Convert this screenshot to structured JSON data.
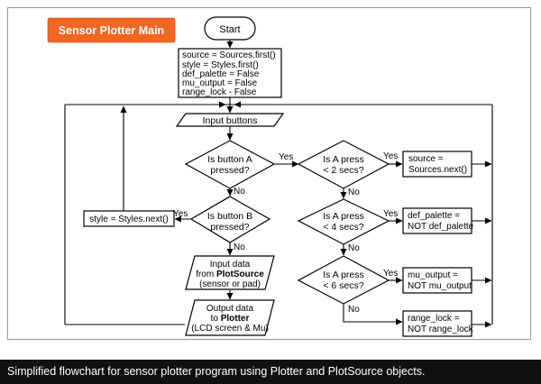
{
  "title_badge": {
    "label": "Sensor Plotter Main",
    "color": "#f26522"
  },
  "nodes": {
    "start": {
      "lines": [
        "Start"
      ]
    },
    "init": {
      "lines": [
        "source = Sources.first()",
        "style = Styles.first()",
        "def_palette = False",
        "mu_output = False",
        "range_lock - False"
      ]
    },
    "input_buttons": {
      "lines": [
        "Input buttons"
      ]
    },
    "dec_a": {
      "lines": [
        "Is button A",
        "pressed?"
      ]
    },
    "dec_b": {
      "lines": [
        "Is button B",
        "pressed?"
      ]
    },
    "style_next": {
      "lines": [
        "style = Styles.next()"
      ]
    },
    "input_data": {
      "lines": [
        "Input data",
        "from PlotSource",
        "(sensor or pad)"
      ]
    },
    "output_data": {
      "lines": [
        "Output data",
        "to Plotter",
        "(LCD screen & Mu)"
      ]
    },
    "dec_2": {
      "lines": [
        "Is A press",
        "< 2 secs?"
      ]
    },
    "dec_4": {
      "lines": [
        "Is A press",
        "< 4 secs?"
      ]
    },
    "dec_6": {
      "lines": [
        "Is A press",
        "< 6 secs?"
      ]
    },
    "act_source": {
      "lines": [
        "source =",
        "Sources.next()"
      ]
    },
    "act_palette": {
      "lines": [
        "def_palette =",
        "NOT def_palette"
      ]
    },
    "act_mu": {
      "lines": [
        "mu_output =",
        "NOT mu_output"
      ]
    },
    "act_range": {
      "lines": [
        "range_lock =",
        "NOT range_lock"
      ]
    }
  },
  "bold_words": {
    "plot_source": "PlotSource",
    "plotter": "Plotter"
  },
  "edge_labels": {
    "a_yes": "Yes",
    "a_no": "No",
    "b_yes": "Yes",
    "b_no": "No",
    "d2_yes": "Yes",
    "d2_no": "No",
    "d4_yes": "Yes",
    "d4_no": "No",
    "d6_yes": "Yes",
    "d6_no": "No"
  },
  "caption": "Simplified flowchart for sensor plotter program using Plotter and PlotSource objects."
}
